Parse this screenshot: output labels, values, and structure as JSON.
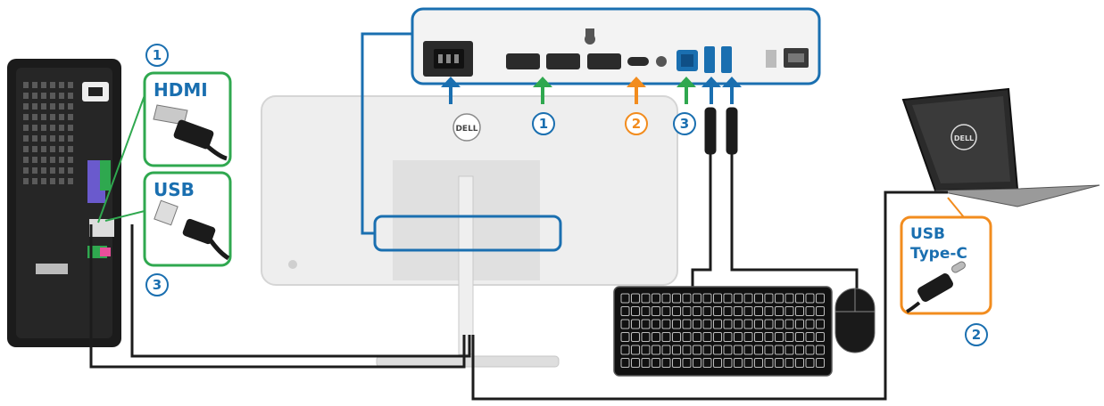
{
  "colors": {
    "blue_accent": "#1a6fb0",
    "green_accent": "#2fa84f",
    "orange_accent": "#f28c1e",
    "cable": "#1c1c1c",
    "monitor_body": "#e6e6e6",
    "tower_body": "#1b1b1b"
  },
  "pc": {
    "hdmi_box": {
      "number": "1",
      "label": "HDMI"
    },
    "usb_box": {
      "number": "3",
      "label": "USB"
    }
  },
  "monitor": {
    "brand_logo": "DELL",
    "port_markers": [
      {
        "number": "1",
        "color": "green"
      },
      {
        "number": "2",
        "color": "orange"
      },
      {
        "number": "3",
        "color": "green"
      }
    ]
  },
  "laptop": {
    "brand_logo": "DELL",
    "usbc_box": {
      "line1": "USB",
      "line2": "Type-C",
      "number": "2"
    }
  },
  "icons": [
    "power-socket-icon",
    "hdmi-port-icon",
    "displayport-icon",
    "usb-c-port-icon",
    "usb-b-port-icon",
    "usb-a-port-icon",
    "ethernet-port-icon",
    "keyboard-icon",
    "mouse-icon",
    "laptop-icon",
    "desktop-tower-icon"
  ]
}
